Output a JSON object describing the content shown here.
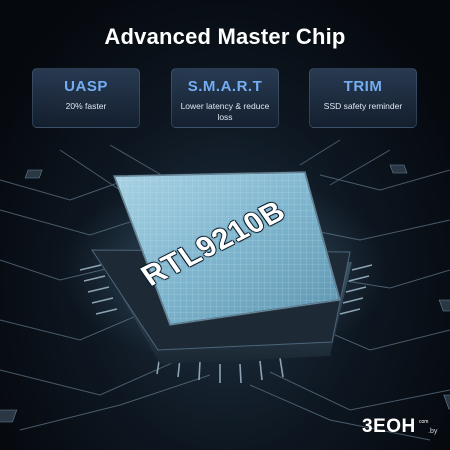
{
  "headline": "Advanced Master Chip",
  "features": [
    {
      "title": "UASP",
      "desc": "20% faster"
    },
    {
      "title": "S.M.A.R.T",
      "desc": "Lower latency & reduce loss"
    },
    {
      "title": "TRIM",
      "desc": "SSD safety reminder"
    }
  ],
  "chip": {
    "label": "RTL9210B"
  },
  "watermark": {
    "main": "3EOH",
    "side": "com",
    "suffix": ".by"
  },
  "colors": {
    "accent": "#74aef2",
    "chip_face": "#7fb6cf",
    "background": "#05080d"
  }
}
